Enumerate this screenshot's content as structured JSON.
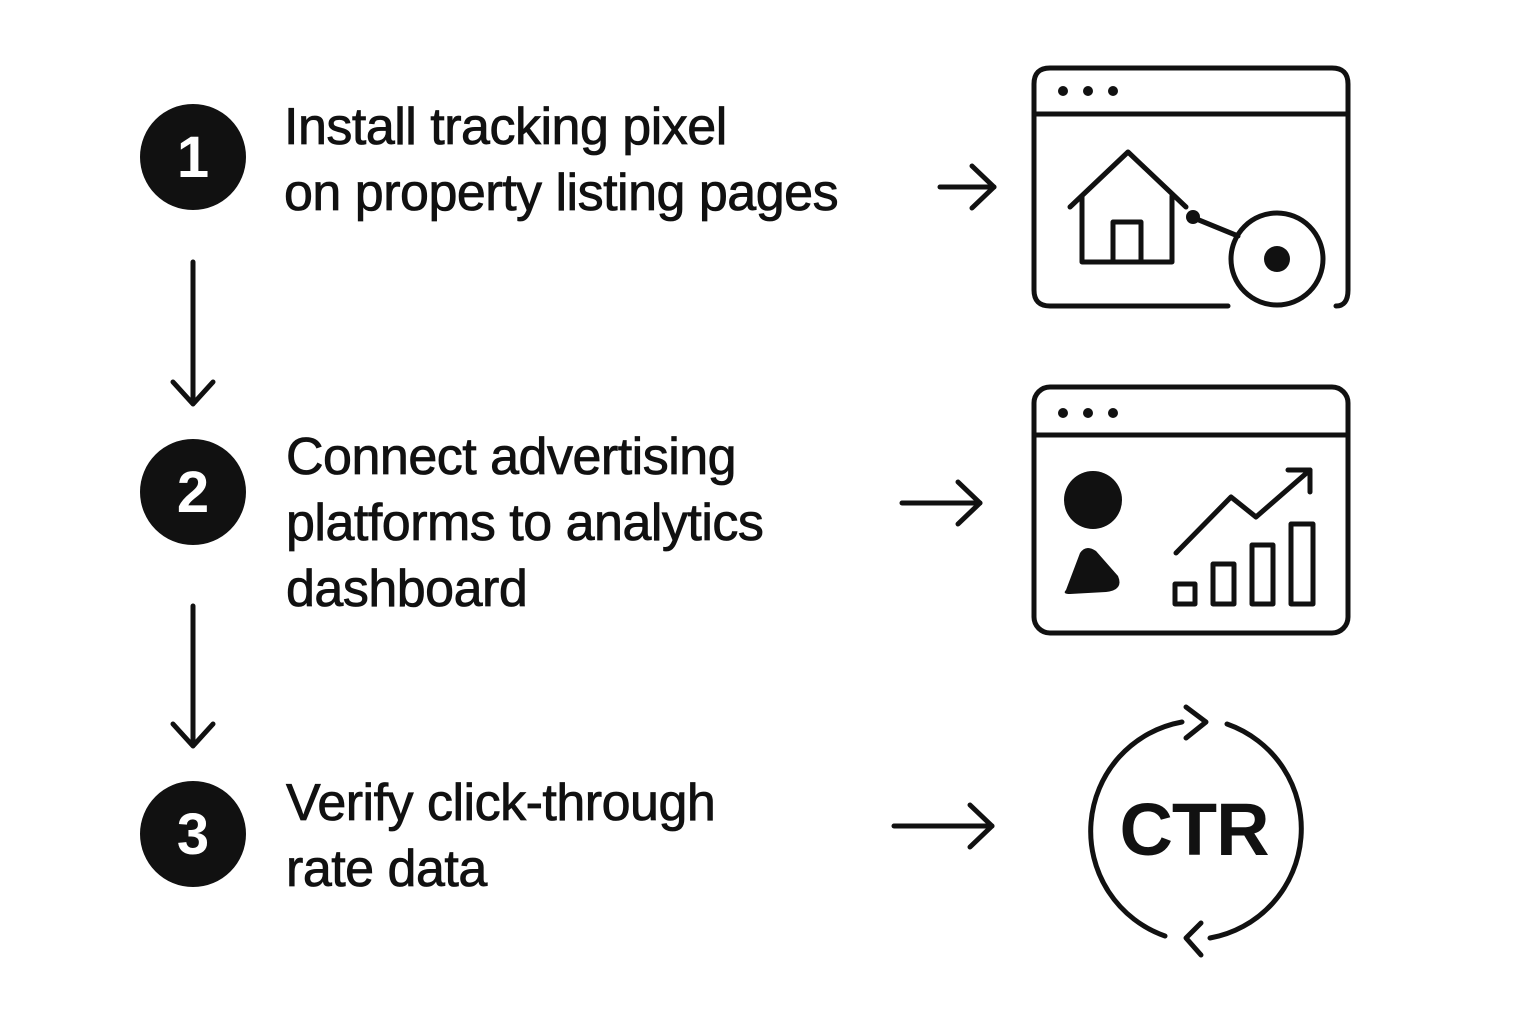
{
  "steps": [
    {
      "number": "1",
      "lines": [
        "Install tracking pixel",
        "on property listing pages"
      ],
      "icon": "browser-house-target-icon"
    },
    {
      "number": "2",
      "lines": [
        "Connect advertising",
        "platforms to analytics",
        "dashboard"
      ],
      "icon": "browser-analytics-dashboard-icon"
    },
    {
      "number": "3",
      "lines": [
        "Verify click-through",
        "rate data"
      ],
      "icon": "ctr-refresh-cycle-icon"
    }
  ],
  "ctr_label": "CTR",
  "colors": {
    "ink": "#111111",
    "background": "#ffffff"
  }
}
